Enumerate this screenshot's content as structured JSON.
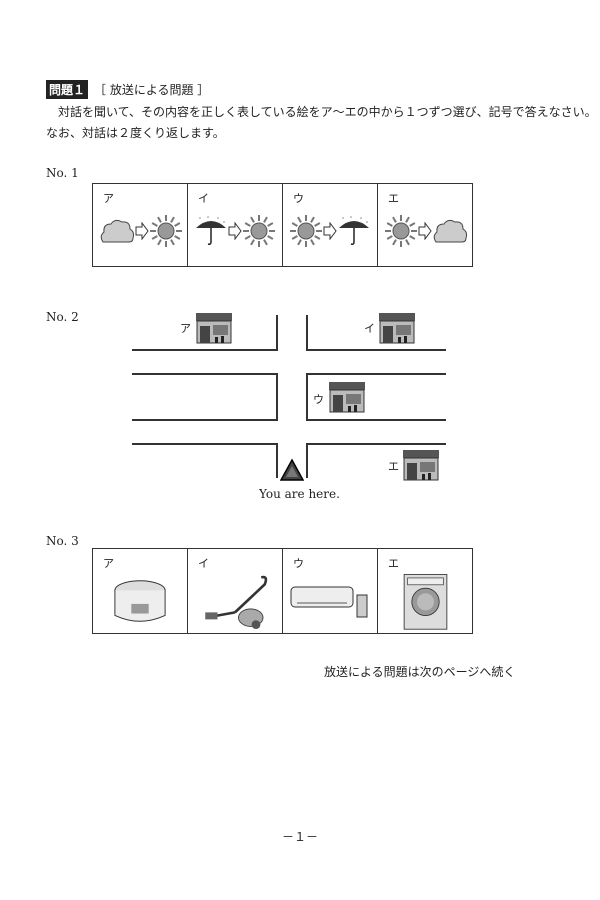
{
  "header": {
    "badge": "問題１",
    "subtitle": "［ 放送による問題 ］",
    "instruction1": "対話を聞いて、その内容を正しく表している絵をア〜エの中から１つずつ選び、記号で答えなさい。",
    "instruction2": "なお、対話は２度くり返します。"
  },
  "q1": {
    "label": "No. 1",
    "options": [
      {
        "mark": "ア",
        "from": "cloud-icon",
        "to": "sun-icon"
      },
      {
        "mark": "イ",
        "from": "umbrella-icon",
        "to": "sun-icon"
      },
      {
        "mark": "ウ",
        "from": "sun-icon",
        "to": "umbrella-icon"
      },
      {
        "mark": "エ",
        "from": "sun-icon",
        "to": "cloud-icon"
      }
    ]
  },
  "q2": {
    "label": "No. 2",
    "stores": [
      "ア",
      "イ",
      "ウ",
      "エ"
    ],
    "here": "You are here."
  },
  "q3": {
    "label": "No. 3",
    "options": [
      {
        "mark": "ア",
        "item": "rice-cooker-icon"
      },
      {
        "mark": "イ",
        "item": "vacuum-cleaner-icon"
      },
      {
        "mark": "ウ",
        "item": "air-conditioner-icon"
      },
      {
        "mark": "エ",
        "item": "washing-machine-icon"
      }
    ]
  },
  "footer": {
    "continue": "放送による問題は次のページへ続く",
    "page": "－１－"
  }
}
